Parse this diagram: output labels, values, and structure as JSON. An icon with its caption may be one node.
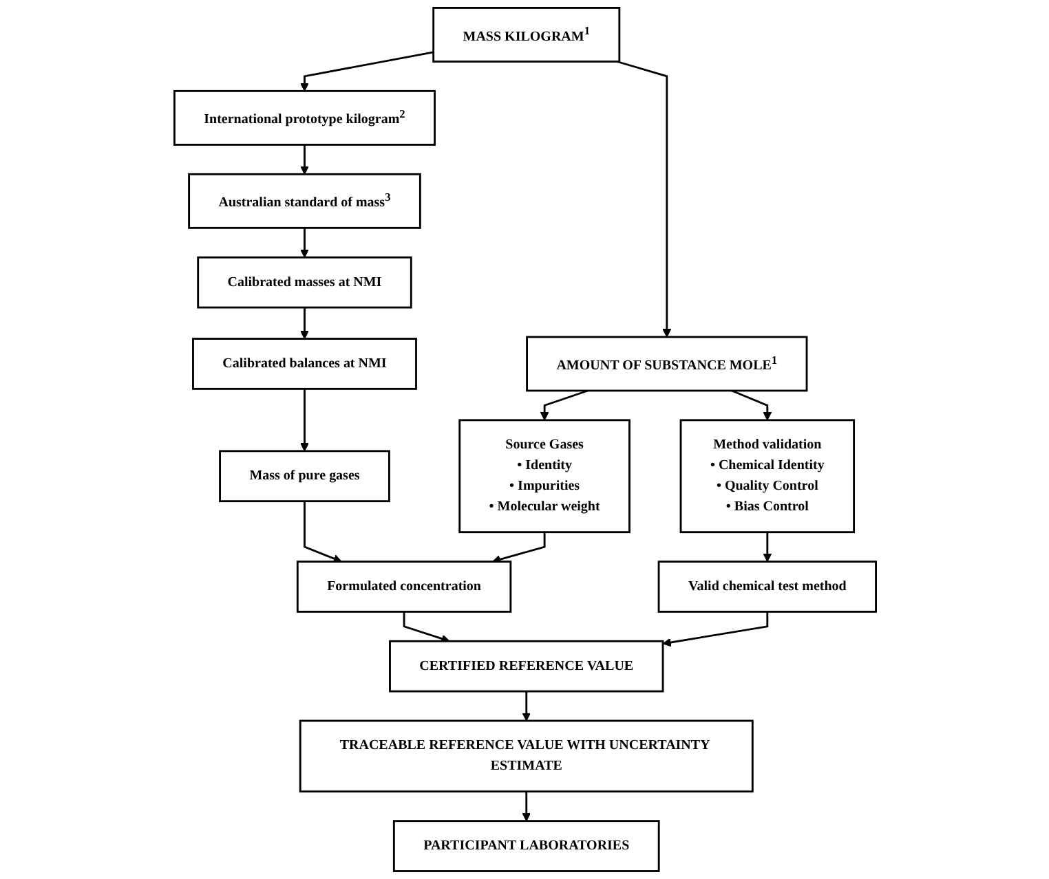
{
  "diagram": {
    "nodes": [
      {
        "text": [
          "MASS KILOGRAM$^{1}$"
        ]
      },
      {
        "text": [
          "AMOUNT OF SUBSTANCE MOLE$^{1}$"
        ]
      },
      {
        "text": [
          "International prototype kilogram$^{2}$"
        ]
      },
      {
        "text": [
          "Australian standard of mass$^{3}$"
        ]
      },
      {
        "text": [
          "Source Gases",
          "• Identity",
          "• Impurities",
          "• Molecular weight"
        ]
      },
      {
        "text": [
          "Method validation",
          "• Chemical Identity",
          "• Quality Control",
          "• Bias Control"
        ]
      },
      {
        "text": [
          "Calibrated masses at NMI"
        ]
      },
      {
        "text": [
          "Calibrated balances at NMI"
        ]
      },
      {
        "text": [
          "Mass of pure gases"
        ]
      },
      {
        "text": [
          "Formulated concentration"
        ]
      },
      {
        "text": [
          "Valid chemical test method"
        ]
      },
      {
        "text": [
          "CERTIFIED REFERENCE VALUE"
        ]
      },
      {
        "text": [
          "TRACEABLE REFERENCE VALUE WITH UNCERTAINTY ESTIMATE"
        ]
      },
      {
        "text": [
          "PARTICIPANT LABORATORIES"
        ]
      }
    ],
    "edges": [
      {
        "from": 0,
        "to": 1,
        "arrow": "to"
      },
      {
        "from": 0,
        "to": 2,
        "arrow": "to"
      },
      {
        "from": 2,
        "to": 3,
        "arrow": "to"
      },
      {
        "from": 3,
        "to": 6,
        "arrow": "to"
      },
      {
        "from": 6,
        "to": 7,
        "arrow": "to"
      },
      {
        "from": 7,
        "to": 8,
        "arrow": "to"
      },
      {
        "from": 8,
        "to": 9,
        "arrow": "to"
      },
      {
        "from": 1,
        "to": 4,
        "arrow": "to"
      },
      {
        "from": 1,
        "to": 5,
        "arrow": "to"
      },
      {
        "from": 4,
        "to": 9,
        "arrow": "to"
      },
      {
        "from": 5,
        "to": 10,
        "arrow": "to"
      },
      {
        "from": 9,
        "to": 11,
        "arrow": "to"
      },
      {
        "from": 10,
        "to": 11,
        "arrow": "to"
      },
      {
        "from": 11,
        "to": 12,
        "arrow": "to"
      },
      {
        "from": 12,
        "to": 13,
        "arrow": "to"
      }
    ]
  }
}
